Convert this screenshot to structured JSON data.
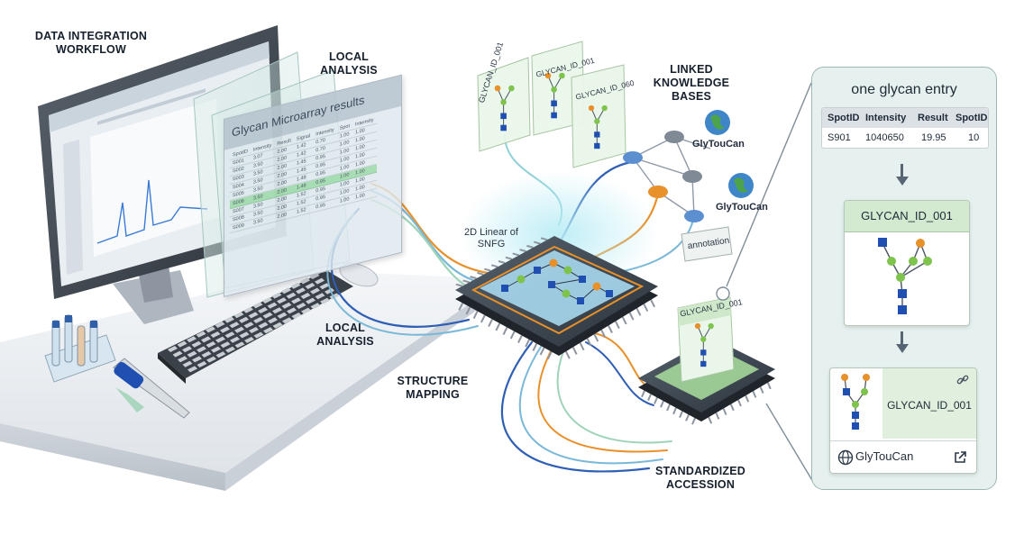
{
  "labels": {
    "workflow": "DATA INTEGRATION\nWORKFLOW",
    "local_analysis_top": "LOCAL\nANALYSIS",
    "local_analysis_bottom": "LOCAL\nANALYSIS",
    "structure_mapping": "STRUCTURE\nMAPPING",
    "standardized_accession": "STANDARDIZED\nACCESSION",
    "linked_kb": "LINKED\nKNOWLEDGE\nBASES",
    "snfg": "2D Linear of\nSNFG",
    "annotation": "annotation"
  },
  "microarray": {
    "title": "Glycan Microarray results",
    "headers": [
      "SpotID",
      "Intensity",
      "Result",
      "Signal",
      "Intensity",
      "Spot",
      "Intensity"
    ],
    "rows": [
      [
        "S001",
        "3.07",
        "2.00",
        "1.42",
        "0.70",
        "1.00",
        "1.00"
      ],
      [
        "S002",
        "3.50",
        "2.00",
        "1.42",
        "0.70",
        "1.00",
        "1.00"
      ],
      [
        "S003",
        "3.50",
        "2.00",
        "1.45",
        "0.95",
        "1.00",
        "1.00"
      ],
      [
        "S004",
        "3.50",
        "2.00",
        "1.45",
        "0.95",
        "1.00",
        "1.00"
      ],
      [
        "S005",
        "3.50",
        "2.00",
        "1.48",
        "0.95",
        "1.00",
        "1.00"
      ],
      [
        "S006",
        "3.50",
        "2.00",
        "1.48",
        "0.95",
        "1.00",
        "1.00"
      ],
      [
        "S007",
        "3.50",
        "2.00",
        "1.52",
        "0.95",
        "1.00",
        "1.00"
      ],
      [
        "S008",
        "3.50",
        "2.00",
        "1.52",
        "0.95",
        "1.00",
        "1.00"
      ],
      [
        "S009",
        "3.50",
        "2.00",
        "1.52",
        "0.95",
        "1.00",
        "1.00"
      ]
    ]
  },
  "id_cards": [
    "GLYCAN_ID_001",
    "GLYCAN_ID_001",
    "GLYCAN_ID_060"
  ],
  "chip_card": "GLYCAN_ID_001",
  "knowledge_bases": [
    "GlyTouCan",
    "GlyTouCan"
  ],
  "entry": {
    "title": "one glycan entry",
    "headers": [
      "SpotID",
      "Intensity",
      "Result",
      "SpotID"
    ],
    "row": [
      "S901",
      "1040650",
      "19.95",
      "10"
    ],
    "card_id": "GLYCAN_ID_001",
    "link_id": "GLYCAN_ID_001",
    "footer": "GlyTouCan"
  },
  "colors": {
    "accent_blue": "#1f4fb0",
    "accent_green": "#7ec34c",
    "accent_orange": "#e8902a",
    "panel_bg": "#e6f1ef",
    "chip_body": "#3b4653"
  }
}
